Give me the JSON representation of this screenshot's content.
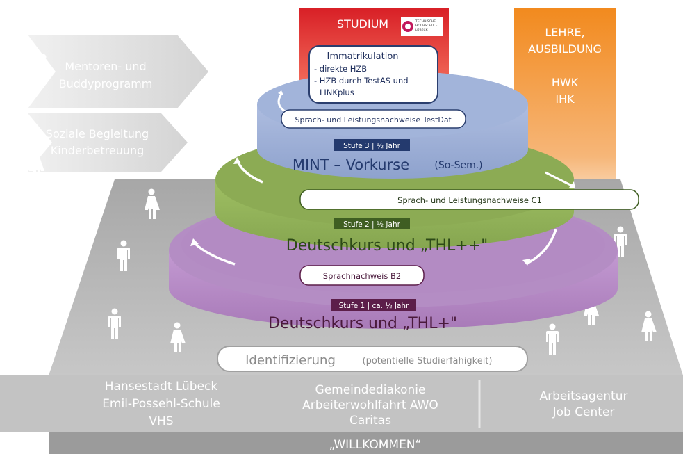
{
  "studium": {
    "title": "STUDIUM",
    "logo_text": [
      "TECHNISCHE",
      "HOCHSCHULE",
      "LÜBECK"
    ]
  },
  "lehre": {
    "lines": [
      "LEHRE,",
      "AUSBILDUNG",
      "",
      "HWK",
      "IHK"
    ]
  },
  "immatrikulation": {
    "title": "Immatrikulation",
    "lines": [
      "- direkte HZB",
      "- HZB durch TestAS  und",
      "LINKplus"
    ]
  },
  "arrows_left": [
    {
      "lines": [
        "Mentoren- und",
        "Buddyprogramm"
      ]
    },
    {
      "lines": [
        "Soziale Begleitung",
        "Kinderbetreuung"
      ]
    }
  ],
  "tiers": {
    "stufe3": {
      "badge": "Stufe 3 | ½ Jahr",
      "main": "MINT – Vorkurse",
      "suffix": "(So-Sem.)",
      "note": "Sprach- und Leistungsnachweise TestDaf"
    },
    "stufe2": {
      "badge": "Stufe 2 | ½ Jahr",
      "main": "Deutschkurs und „THL++\"",
      "note": "Sprach- und Leistungsnachweise  C1"
    },
    "stufe1": {
      "badge": "Stufe 1 | ca. ½ Jahr",
      "main": "Deutschkurs und „THL+\"",
      "note": "Sprachnachweis B2"
    }
  },
  "identifizierung": {
    "label": "Identifizierung",
    "detail": "(potentielle Studierfähigkeit)"
  },
  "partners": [
    {
      "lines": [
        "Hansestadt Lübeck",
        "Emil-Possehl-Schule",
        "VHS"
      ]
    },
    {
      "lines": [
        "Gemeindediakonie",
        "Arbeiterwohlfahrt AWO",
        "Caritas"
      ]
    },
    {
      "lines": [
        "Arbeitsagentur",
        "Job Center"
      ]
    }
  ],
  "willkommen": "„WILLKOMMEN“",
  "colors": {
    "studium_red": "#e3262b",
    "lehre_orange": "#f39a3a",
    "tier3_blue": "#9aaed6",
    "tier2_green": "#8fae57",
    "tier1_purple": "#b688c4",
    "platform_gray": "#b0b0b0",
    "badge_navy": "#243a6e",
    "badge_green": "#3f5e22",
    "badge_plum": "#5c1e4a",
    "box_border": "#2a3e6e"
  }
}
